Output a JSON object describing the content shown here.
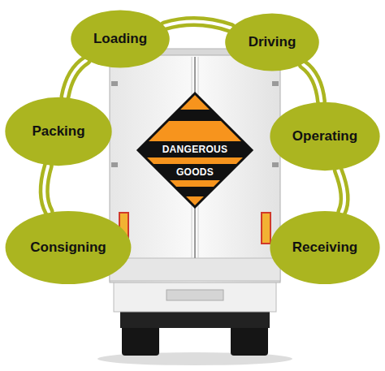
{
  "diagram": {
    "nodes": [
      {
        "text": [
          "Loading"
        ]
      },
      {
        "text": [
          "Driving"
        ]
      },
      {
        "text": [
          "Packing"
        ]
      },
      {
        "text": [
          "Operating"
        ]
      },
      {
        "text": [
          "Consigning"
        ]
      },
      {
        "text": [
          "Receiving"
        ]
      }
    ],
    "edges": [
      {
        "from": 4,
        "to": 2,
        "arrow": "none"
      },
      {
        "from": 2,
        "to": 0,
        "arrow": "none"
      },
      {
        "from": 0,
        "to": 1,
        "arrow": "none"
      },
      {
        "from": 1,
        "to": 3,
        "arrow": "none"
      },
      {
        "from": 3,
        "to": 5,
        "arrow": "none"
      }
    ],
    "labels": [
      "DANGEROUS",
      "GOODS"
    ]
  }
}
